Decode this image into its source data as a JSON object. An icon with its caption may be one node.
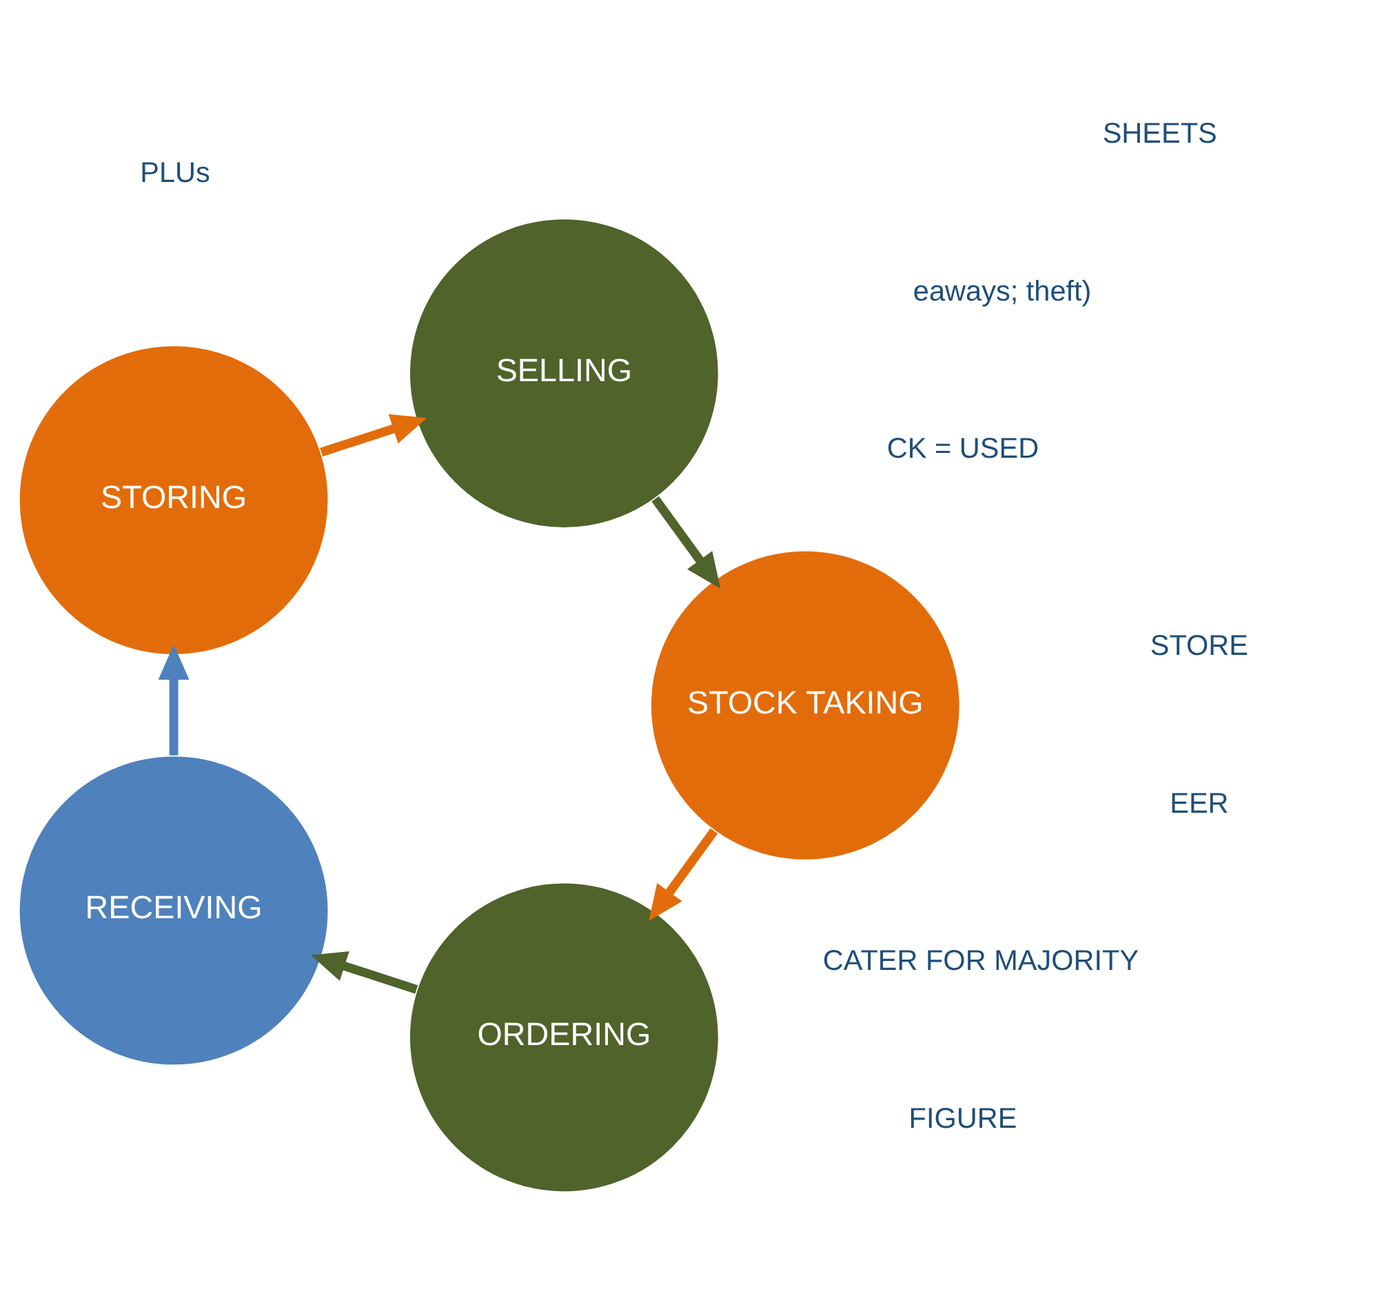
{
  "diagram": {
    "nodes": [
      {
        "text": [
          "ORDERING"
        ]
      },
      {
        "text": [
          "RECEIVING"
        ]
      },
      {
        "text": [
          "STORING"
        ]
      },
      {
        "text": [
          "SELLING"
        ]
      },
      {
        "text": [
          "STOCK TAKING"
        ]
      }
    ],
    "edges": [
      {
        "from": 0,
        "to": 1,
        "arrow": "to",
        "color": "#50632b"
      },
      {
        "from": 1,
        "to": 2,
        "arrow": "to",
        "color": "#4f81bd"
      },
      {
        "from": 2,
        "to": 3,
        "arrow": "to",
        "color": "#e36c0a"
      },
      {
        "from": 3,
        "to": 4,
        "arrow": "to",
        "color": "#50632b"
      },
      {
        "from": 4,
        "to": 0,
        "arrow": "to",
        "color": "#e36c0a"
      }
    ],
    "labels": [
      "CK = USED",
      "eaways; theft)",
      "FIGURE",
      "CATER FOR MAJORITY",
      "PLUs",
      "SHEETS",
      "EER",
      "STORE"
    ]
  }
}
